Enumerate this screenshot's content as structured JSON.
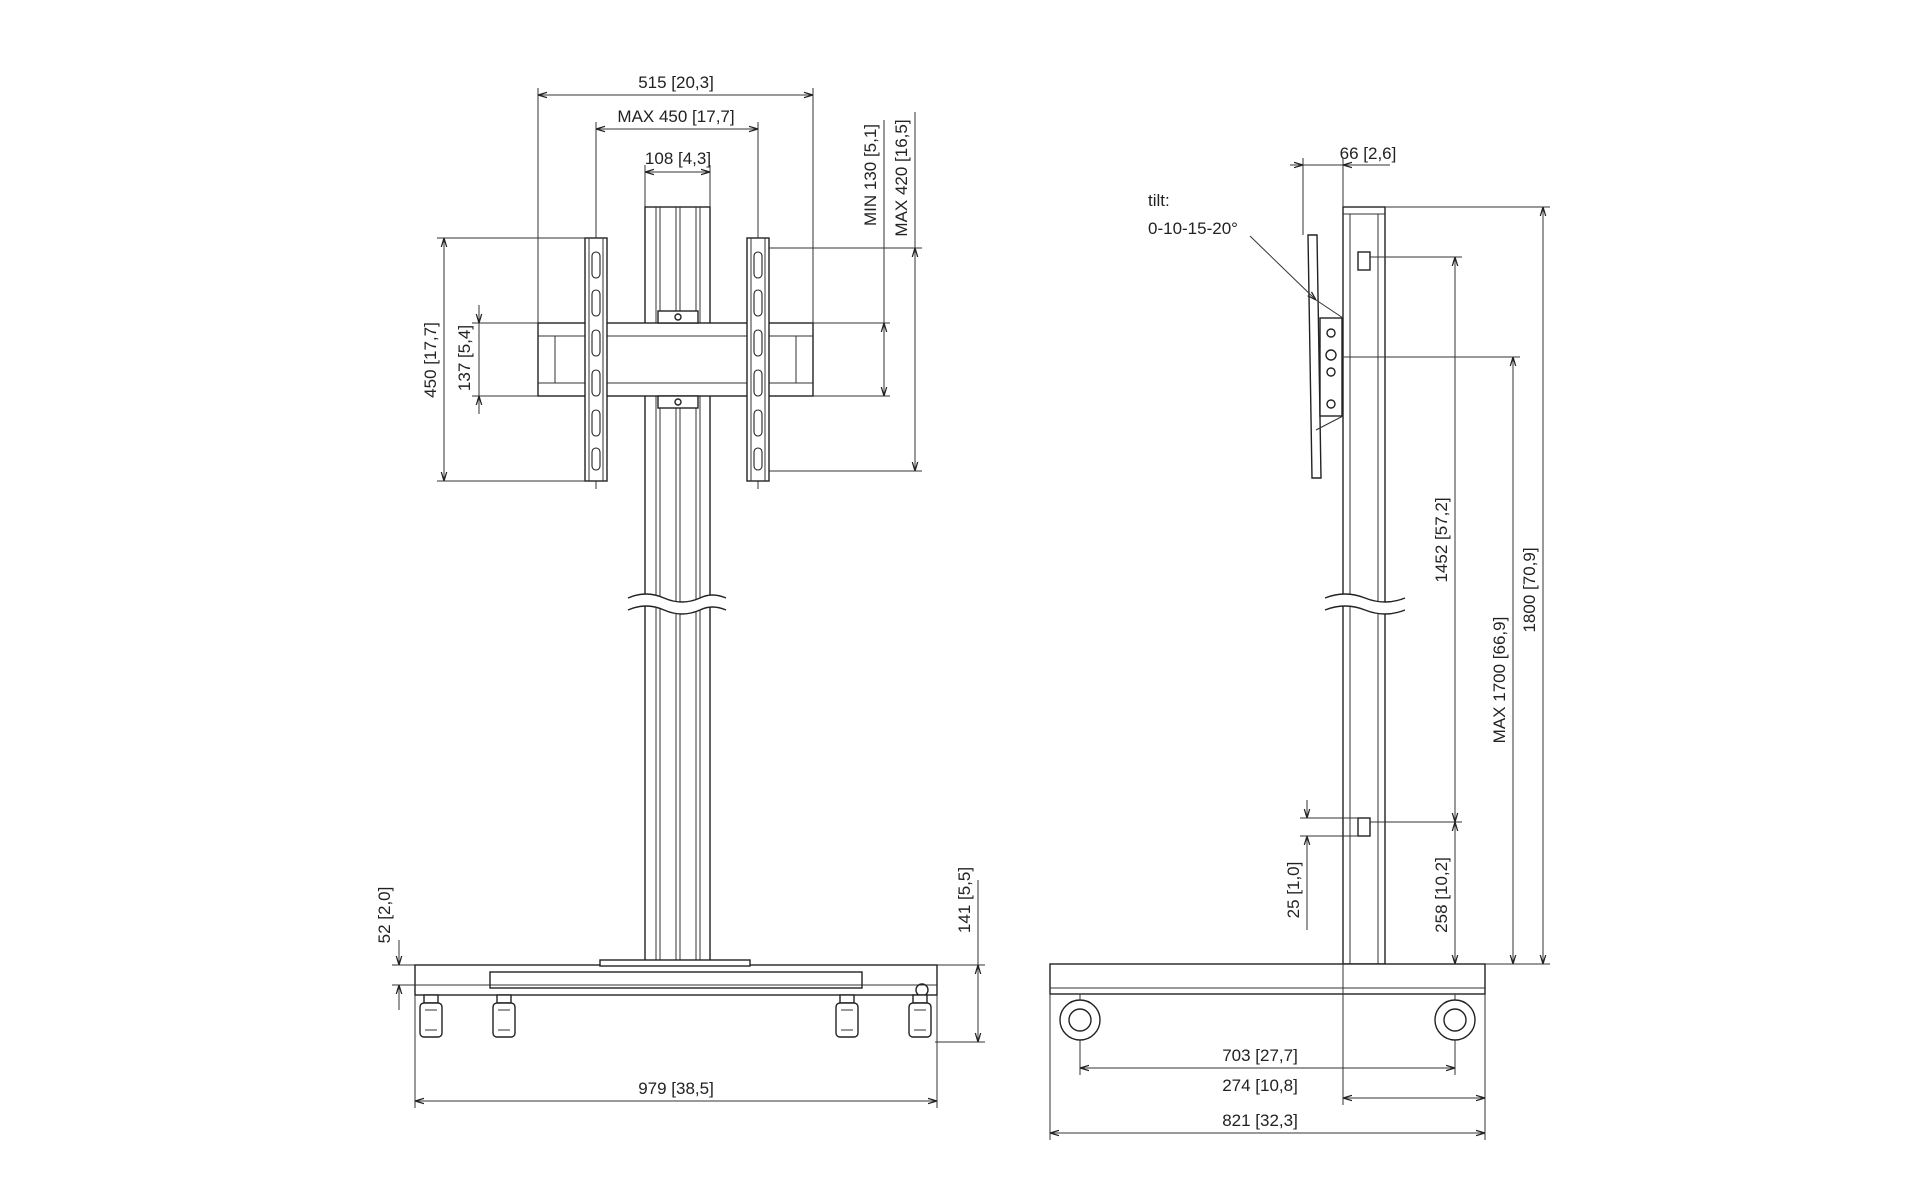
{
  "front_view": {
    "dims": {
      "overall_width": "515 [20,3]",
      "max_pattern": "MAX 450 [17,7]",
      "column": "108 [4,3]",
      "min_pattern_h": "MIN 130 [5,1]",
      "max_pattern_h": "MAX 420 [16,5]",
      "bracket_h": "450 [17,7]",
      "rail_h": "137 [5,4]",
      "base_offset": "52 [2,0]",
      "base_h": "141 [5,5]",
      "base_width": "979 [38,5]"
    }
  },
  "side_view": {
    "tilt_label": "tilt:",
    "tilt_values": "0-10-15-20°",
    "dims": {
      "depth_top": "66 [2,6]",
      "adjust_range": "1452 [57,2]",
      "max_height": "MAX 1700 [66,9]",
      "total_height": "1800 [70,9]",
      "foot": "25 [1,0]",
      "lower_offset": "258 [10,2]",
      "wheel_span": "703 [27,7]",
      "rear_offset": "274 [10,8]",
      "base_depth": "821 [32,3]"
    }
  }
}
